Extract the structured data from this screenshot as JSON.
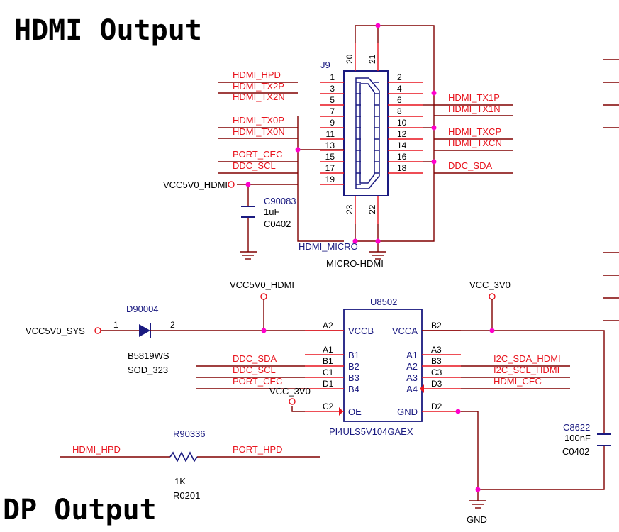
{
  "headings": {
    "hdmi": "HDMI Output",
    "dp": "DP Output"
  },
  "colors": {
    "wire": "#800000",
    "pin": "#e8141e",
    "body": "#1a1a80",
    "junction": "#ff00cc",
    "text_red": "#e8141e"
  },
  "j9": {
    "ref": "J9",
    "part": "MICRO-HDMI",
    "body_label": "HDMI_MICRO",
    "left_pins": [
      "1",
      "3",
      "5",
      "7",
      "9",
      "11",
      "13",
      "15",
      "17",
      "19"
    ],
    "right_pins": [
      "2",
      "4",
      "6",
      "8",
      "10",
      "12",
      "14",
      "16",
      "18"
    ],
    "top_pins": [
      "20",
      "21"
    ],
    "bottom_pins": [
      "23",
      "22"
    ],
    "left_nets": [
      "HDMI_HPD",
      "HDMI_TX2P",
      "HDMI_TX2N",
      "HDMI_TX0P",
      "HDMI_TX0N",
      "PORT_CEC",
      "DDC_SCL"
    ],
    "right_nets": [
      "HDMI_TX1P",
      "HDMI_TX1N",
      "HDMI_TXCP",
      "HDMI_TXCN",
      "DDC_SDA"
    ],
    "power_net": "VCC5V0_HDMI"
  },
  "c90083": {
    "ref": "C90083",
    "value": "1uF",
    "package": "C0402"
  },
  "d90004": {
    "ref": "D90004",
    "part": "B5819WS",
    "package": "SOD_323",
    "pin1": "1",
    "pin2": "2",
    "input_net": "VCC5V0_SYS"
  },
  "vcc5v0_hdmi_label": "VCC5V0_HDMI",
  "vcc3v0_top_label": "VCC_3V0",
  "vcc3v0_oe_label": "VCC_3V0",
  "u8502": {
    "ref": "U8502",
    "part": "PI4ULS5V104GAEX",
    "left_ball": [
      "A2",
      "A1",
      "B1",
      "C1",
      "D1",
      "C2"
    ],
    "left_name": [
      "VCCB",
      "B1",
      "B2",
      "B3",
      "B4",
      "OE"
    ],
    "right_ball": [
      "B2",
      "A3",
      "B3",
      "C3",
      "D3",
      "D2"
    ],
    "right_name": [
      "VCCA",
      "A1",
      "A2",
      "A3",
      "A4",
      "GND"
    ],
    "left_nets": [
      "DDC_SDA",
      "DDC_SCL",
      "PORT_CEC"
    ],
    "right_nets": [
      "I2C_SDA_HDMI",
      "I2C_SCL_HDMI",
      "HDMI_CEC"
    ]
  },
  "c8622": {
    "ref": "C8622",
    "value": "100nF",
    "package": "C0402"
  },
  "r90336": {
    "ref": "R90336",
    "value": "1K",
    "package": "R0201",
    "left_net": "HDMI_HPD",
    "right_net": "PORT_HPD"
  },
  "gnd_label": "GND"
}
